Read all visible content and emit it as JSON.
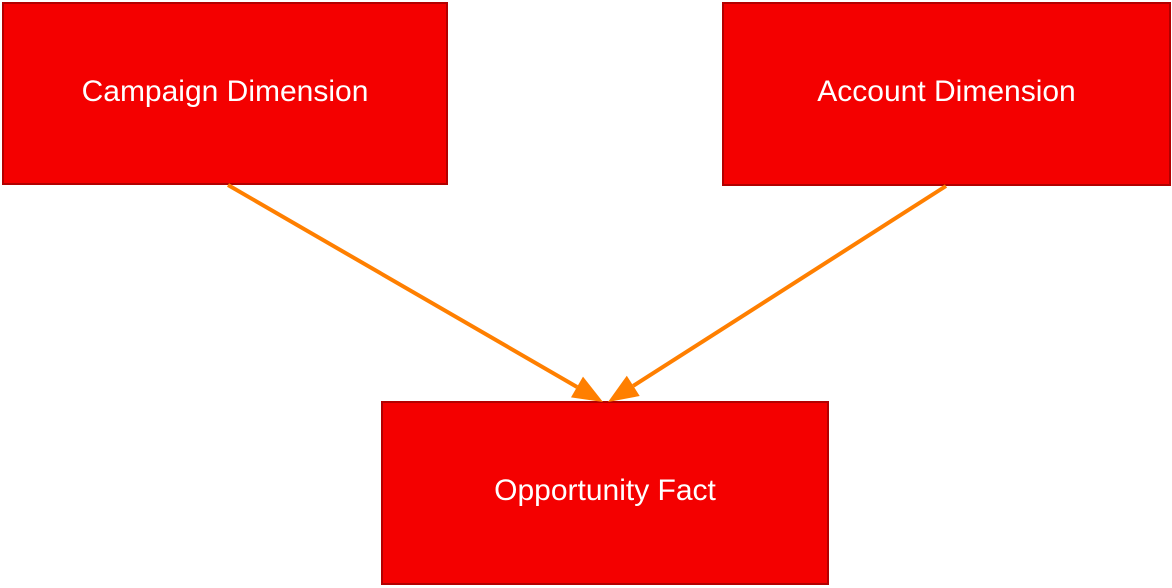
{
  "diagram": {
    "nodes": [
      {
        "id": "campaign",
        "label": "Campaign Dimension"
      },
      {
        "id": "account",
        "label": "Account Dimension"
      },
      {
        "id": "opportunity",
        "label": "Opportunity Fact"
      }
    ],
    "edges": [
      {
        "from": "campaign",
        "to": "opportunity"
      },
      {
        "from": "account",
        "to": "opportunity"
      }
    ],
    "colors": {
      "node_fill": "#f40000",
      "node_border": "#b20000",
      "node_text": "#ffffff",
      "arrow": "#ff7f00"
    }
  }
}
